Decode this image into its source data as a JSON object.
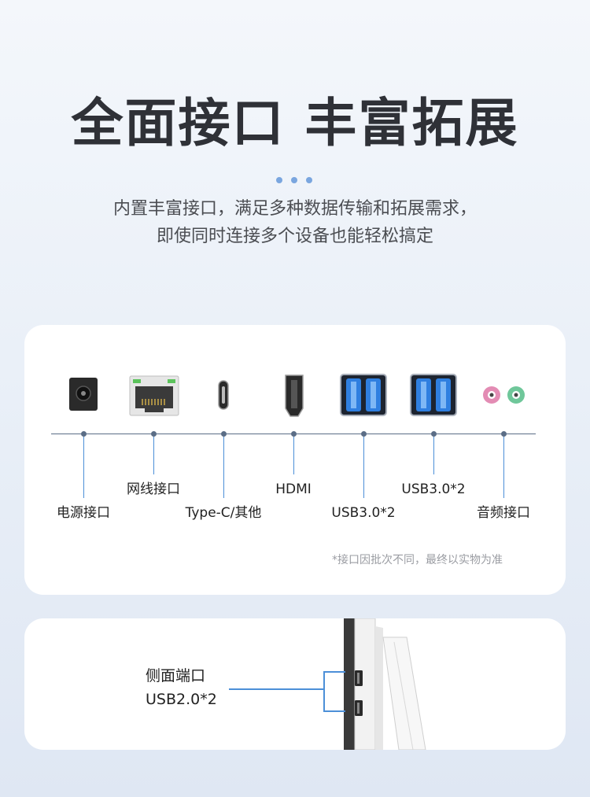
{
  "header": {
    "title": "全面接口 丰富拓展",
    "subtitle_line1": "内置丰富接口，满足多种数据传输和拓展需求，",
    "subtitle_line2": "即使同时连接多个设备也能轻松搞定"
  },
  "ports": {
    "power": "电源接口",
    "ethernet": "网线接口",
    "typec": "Type-C/其他",
    "hdmi": "HDMI",
    "usb_a": "USB3.0*2",
    "usb_b": "USB3.0*2",
    "audio": "音频接口"
  },
  "note": "*接口因批次不同，最终以实物为准",
  "side": {
    "label1": "侧面端口",
    "label2": "USB2.0*2"
  },
  "colors": {
    "accent": "#4c8fd8",
    "usb_blue": "#2f7fe0",
    "audio_pink": "#e38cb4",
    "audio_green": "#6fc79a",
    "title": "#2f3137"
  },
  "icons": [
    "power-jack-icon",
    "rj45-icon",
    "usb-c-icon",
    "hdmi-icon",
    "usb3-dual-icon",
    "audio-jack-icon"
  ]
}
